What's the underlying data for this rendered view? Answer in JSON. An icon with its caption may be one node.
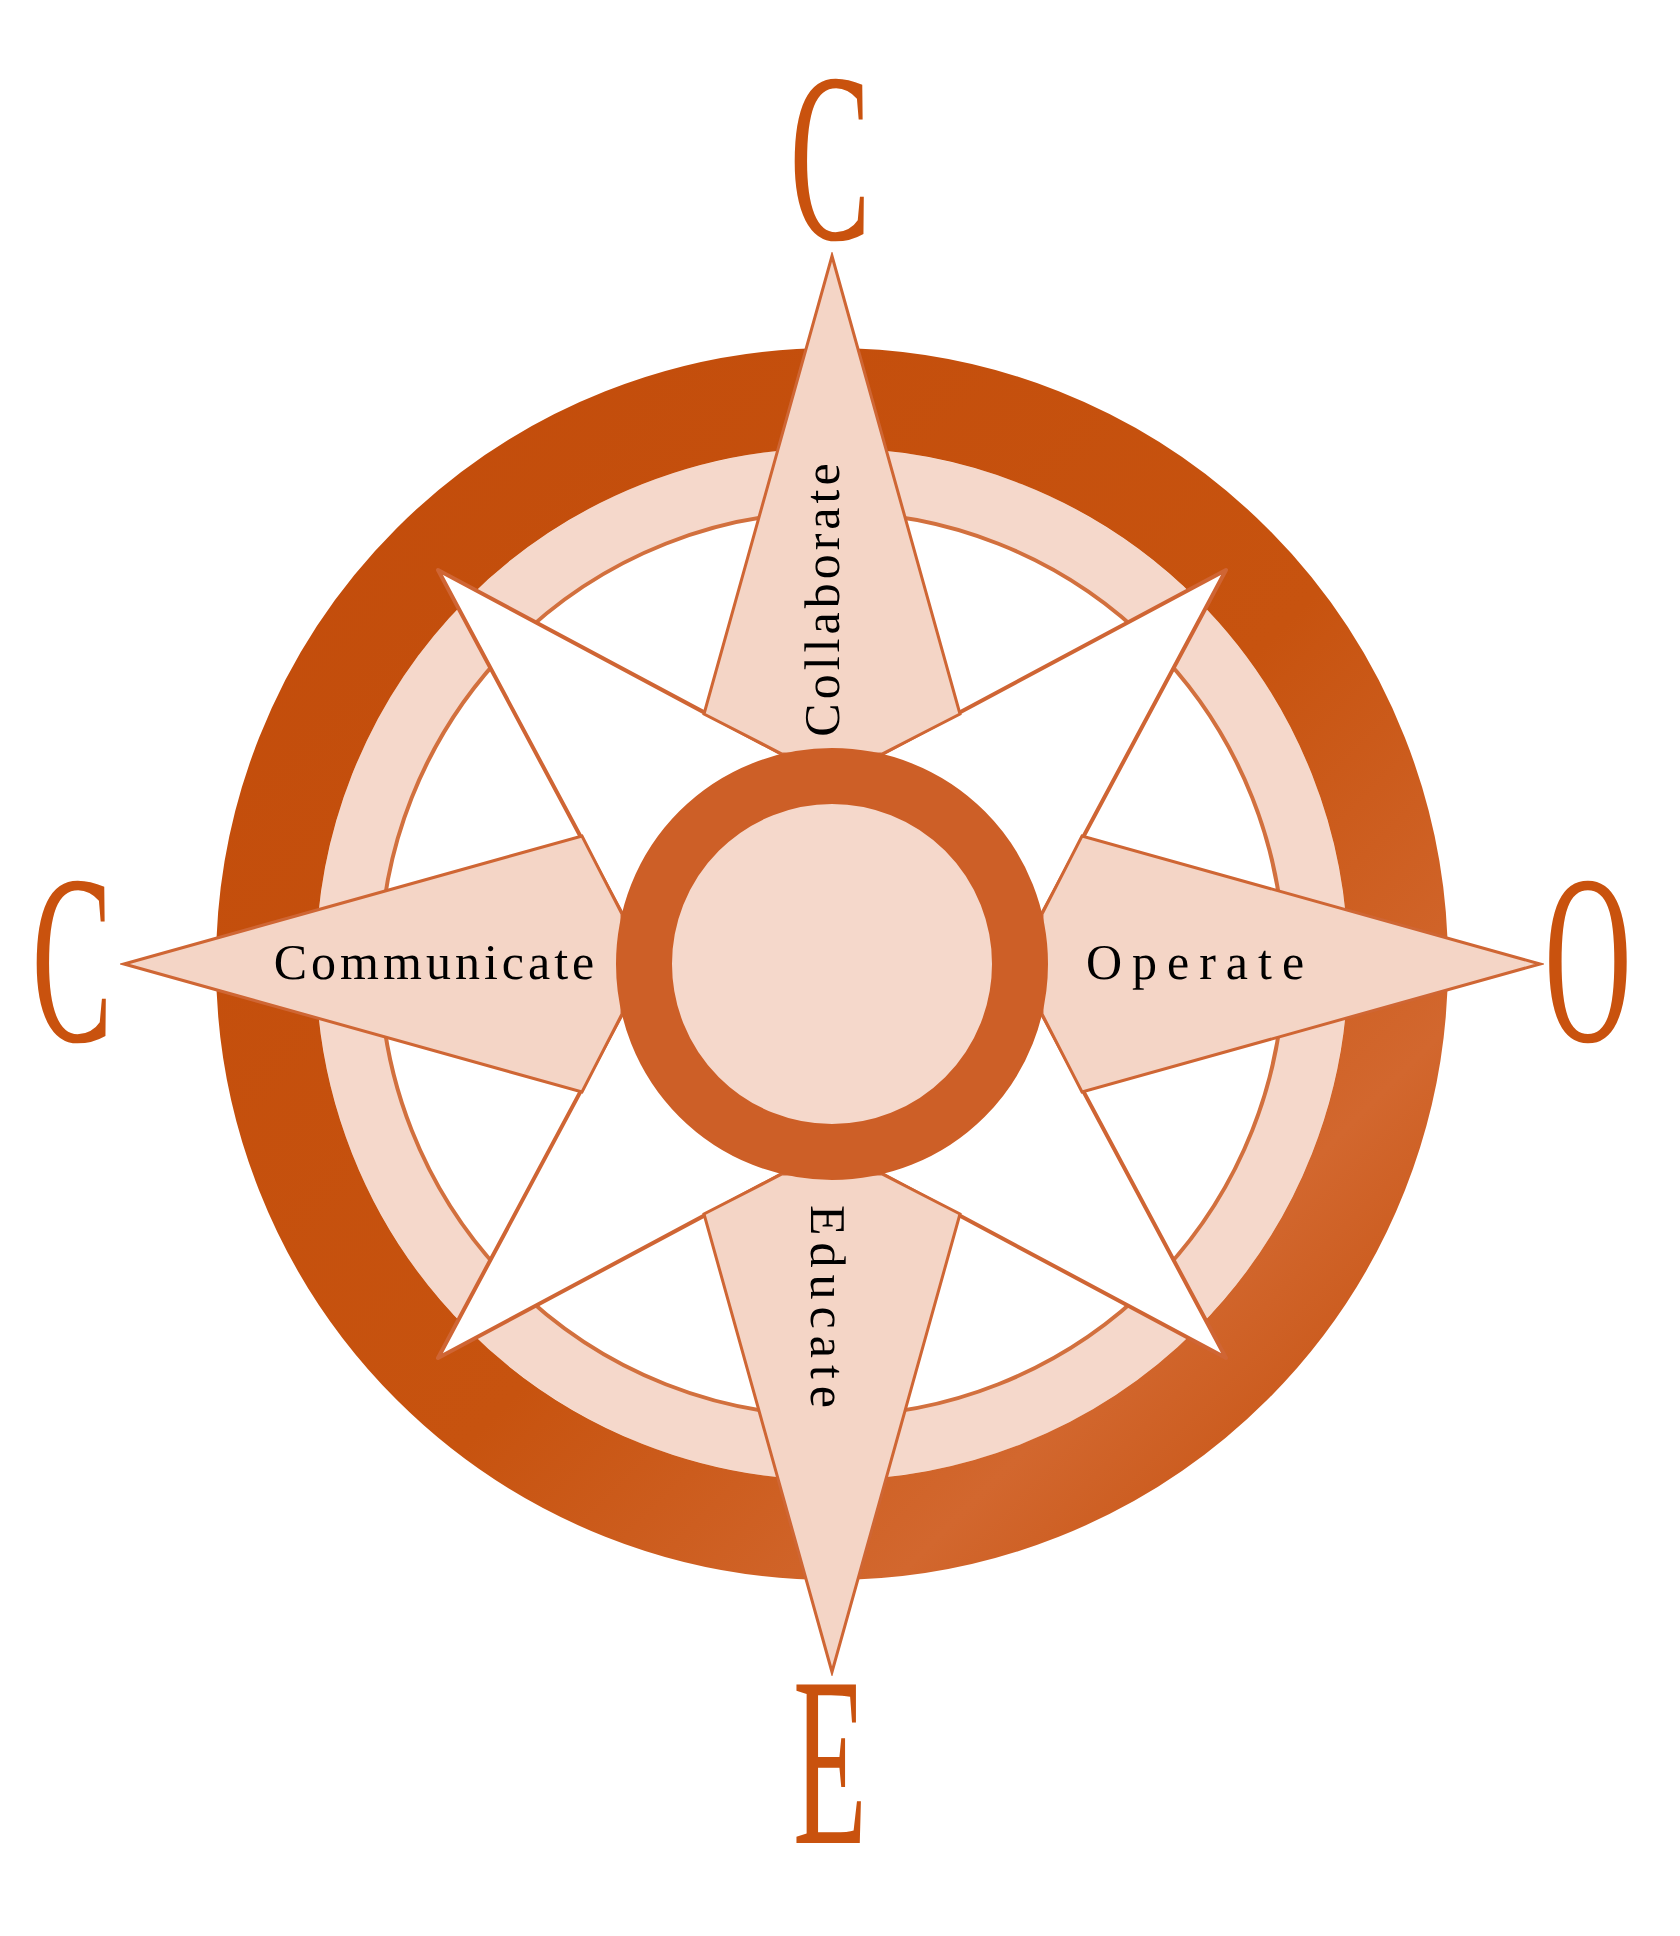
{
  "diagram": {
    "nodes": [
      {
        "text": [
          "Collaborate"
        ],
        "beside": [
          "C"
        ]
      },
      {
        "text": [
          "Communicate"
        ],
        "beside": [
          "C"
        ]
      },
      {
        "text": [],
        "shape": "circle"
      },
      {
        "text": [
          "Operate"
        ],
        "beside": [
          "O"
        ]
      },
      {
        "text": [
          "Educate"
        ],
        "beside": [
          "E"
        ]
      }
    ]
  }
}
